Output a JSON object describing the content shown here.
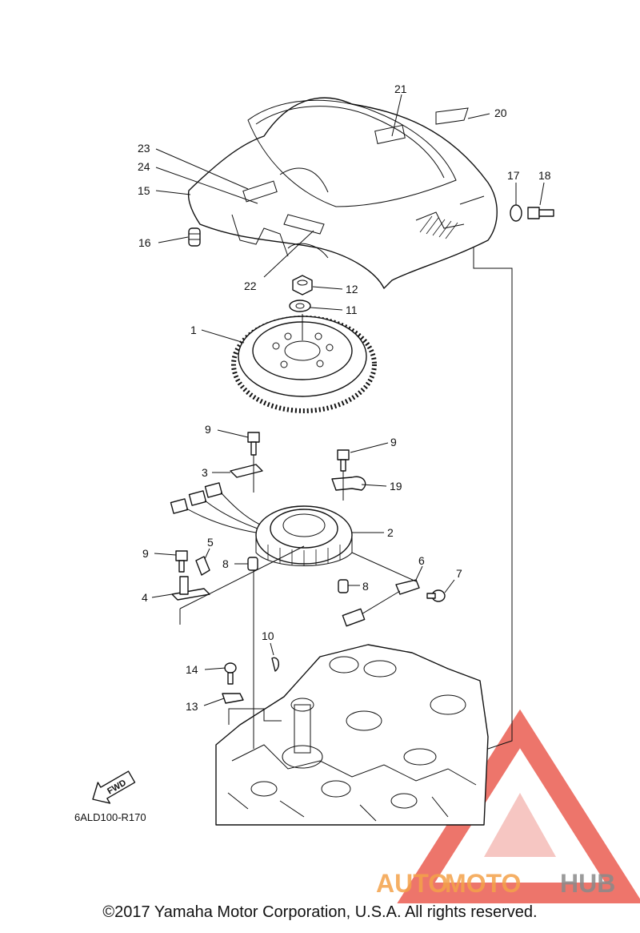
{
  "diagram_code": "6ALD100-R170",
  "fwd_label": "FWD",
  "copyright": "©2017 Yamaha Motor Corporation, U.S.A. All rights reserved.",
  "watermark": {
    "brand_auto": "AUTO",
    "brand_moto": "MOTO",
    "brand_hub": "HUB",
    "color_red": "#e8473a",
    "color_orange": "#f4a24a",
    "color_gray": "#8a8a8a"
  },
  "callouts": {
    "c1": "1",
    "c2": "2",
    "c3": "3",
    "c4": "4",
    "c5": "5",
    "c6": "6",
    "c7": "7",
    "c8a": "8",
    "c8b": "8",
    "c9a": "9",
    "c9b": "9",
    "c9c": "9",
    "c10": "10",
    "c11": "11",
    "c12": "12",
    "c13": "13",
    "c14": "14",
    "c15": "15",
    "c16": "16",
    "c17": "17",
    "c18": "18",
    "c19": "19",
    "c20": "20",
    "c21": "21",
    "c22": "22",
    "c23": "23",
    "c24": "24"
  }
}
